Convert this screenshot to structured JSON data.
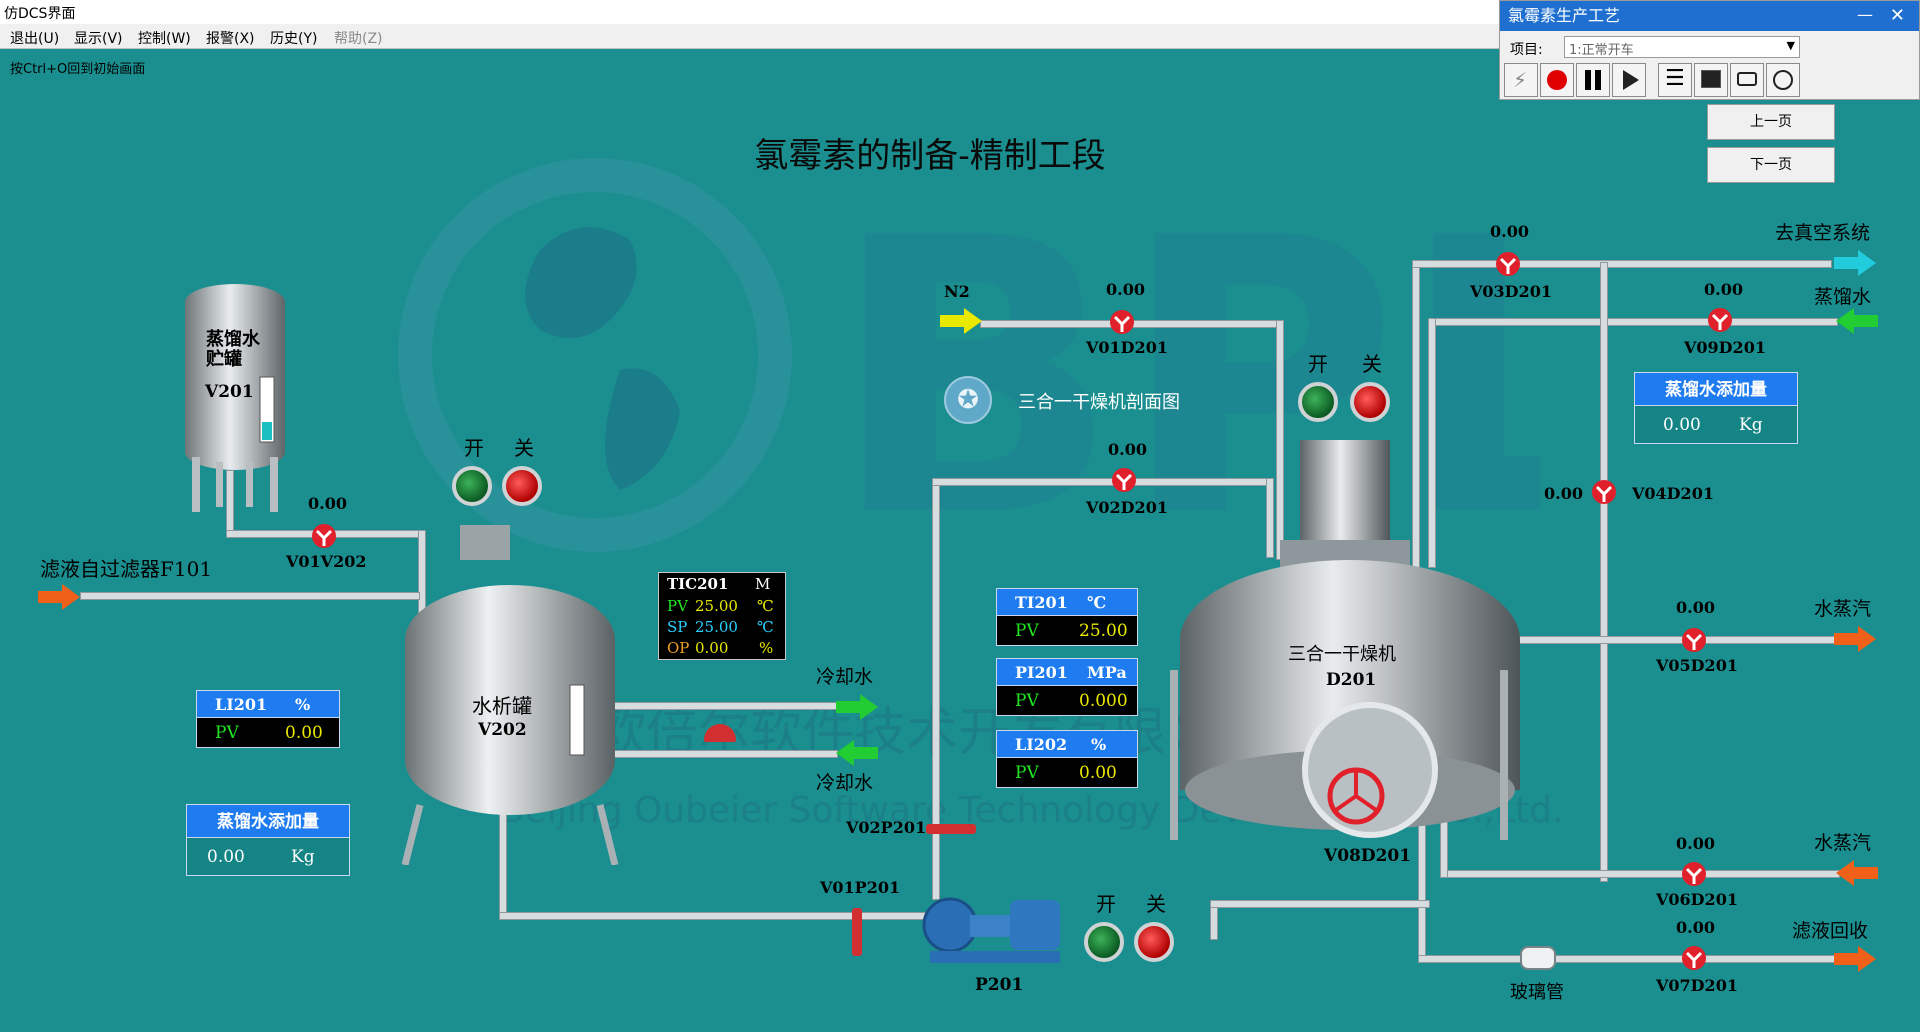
{
  "window": {
    "title": "仿DCS界面"
  },
  "menu": [
    "退出(U)",
    "显示(V)",
    "控制(W)",
    "报警(X)",
    "历史(Y)",
    "帮助(Z)"
  ],
  "hint": "按Ctrl+O回到初始画面",
  "page_title": "氯霉素的制备-精制工段",
  "control_panel": {
    "title": "氯霉素生产工艺",
    "project_label": "项目:",
    "project_value": "1:正常开车",
    "icons": [
      "lightning-icon",
      "record-icon",
      "pause-icon",
      "play-icon",
      "list-icon",
      "chart-icon",
      "camera-icon",
      "clock-icon"
    ]
  },
  "nav": {
    "prev": "上一页",
    "next": "下一页"
  },
  "equipment": {
    "v201_name": "蒸馏水\n贮罐",
    "v201_tag": "V201",
    "v202_name": "水析罐",
    "v202_tag": "V202",
    "d201_name": "三合一干燥机",
    "d201_tag": "D201",
    "p201_tag": "P201",
    "glass_tube": "玻璃管",
    "dryer_section": "三合一干燥机剖面图"
  },
  "streams": {
    "filtrate_in": "滤液自过滤器F101",
    "n2": "N2",
    "vacuum": "去真空系统",
    "distilled_water": "蒸馏水",
    "steam1": "水蒸汽",
    "steam2": "水蒸汽",
    "filtrate_recover": "滤液回收",
    "cooling_in": "冷却水",
    "cooling_out": "冷却水"
  },
  "valves": {
    "V01V202": "0.00",
    "V01D201": "0.00",
    "V02D201": "0.00",
    "V03D201": "0.00",
    "V09D201": "0.00",
    "V04D201": "0.00",
    "V05D201": "0.00",
    "V06D201": "0.00",
    "V07D201": "0.00"
  },
  "valve_tags": {
    "V01V202": "V01V202",
    "V01D201": "V01D201",
    "V02D201": "V02D201",
    "V03D201": "V03D201",
    "V09D201": "V09D201",
    "V04D201": "V04D201",
    "V05D201": "V05D201",
    "V06D201": "V06D201",
    "V07D201": "V07D201",
    "V08D201": "V08D201",
    "V02P201": "V02P201",
    "V01P201": "V01P201"
  },
  "switch": {
    "on": "开",
    "off": "关"
  },
  "LI201": {
    "tag": "LI201",
    "unit": "%",
    "pv_label": "PV",
    "pv": "0.00"
  },
  "add_water_left": {
    "title": "蒸馏水添加量",
    "value": "0.00",
    "unit": "Kg"
  },
  "add_water_right": {
    "title": "蒸馏水添加量",
    "value": "0.00",
    "unit": "Kg"
  },
  "TIC201": {
    "tag": "TIC201",
    "mode": "M",
    "pv_label": "PV",
    "pv": "25.00",
    "pv_unit": "℃",
    "sp_label": "SP",
    "sp": "25.00",
    "sp_unit": "℃",
    "op_label": "OP",
    "op": "0.00",
    "op_unit": "%"
  },
  "TI201": {
    "tag": "TI201",
    "unit": "℃",
    "pv_label": "PV",
    "pv": "25.00"
  },
  "PI201": {
    "tag": "PI201",
    "unit": "MPa",
    "pv_label": "PV",
    "pv": "0.000"
  },
  "LI202": {
    "tag": "LI202",
    "unit": "%",
    "pv_label": "PV",
    "pv": "0.00"
  },
  "watermark": {
    "cn": "北京欧倍尔软件技术开发有限公司",
    "en": "Beijing Oubeier Software Technology Development Co.,Ltd."
  },
  "colors": {
    "background": "#1b8f8f",
    "valve": "#e0202a",
    "arrow_orange": "#f06018",
    "arrow_green": "#22cc33",
    "arrow_cyan": "#22ccdd",
    "arrow_yellow": "#e8e800"
  }
}
